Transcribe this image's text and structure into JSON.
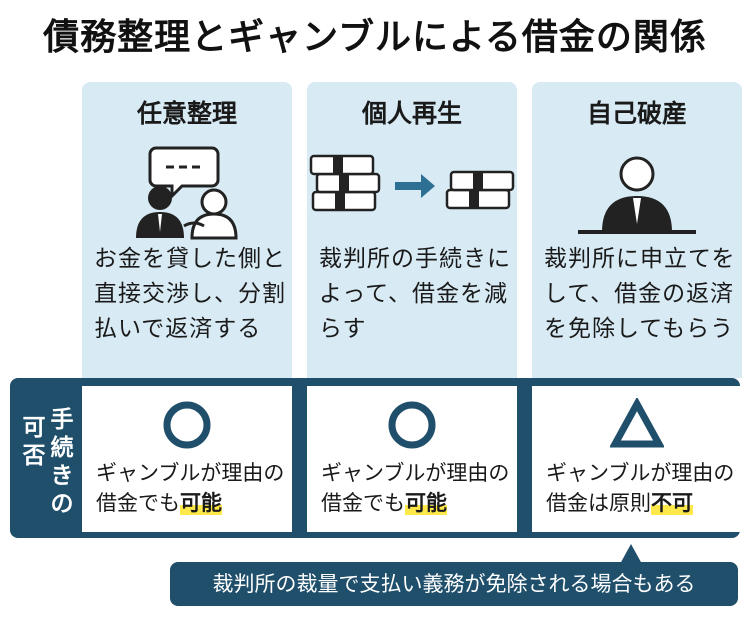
{
  "title": "債務整理とギャンブルによる借金の関係",
  "columns": [
    {
      "name": "任意整理",
      "description": "お金を貸した側と直接交渉し、分割払いで返済する",
      "icon": "negotiation-icon"
    },
    {
      "name": "個人再生",
      "description": "裁判所の手続きによって、借金を減らす",
      "icon": "money-reduction-icon"
    },
    {
      "name": "自己破産",
      "description": "裁判所に申立てをして、借金の返済を免除してもらう",
      "icon": "person-behind-desk-icon"
    }
  ],
  "row_label": {
    "line1": "手続きの",
    "line2": "可否"
  },
  "results": [
    {
      "symbol": "○",
      "text": "ギャンブルが理由の借金でも",
      "highlight": "可能"
    },
    {
      "symbol": "○",
      "text": "ギャンブルが理由の借金でも",
      "highlight": "可能"
    },
    {
      "symbol": "△",
      "text": "ギャンブルが理由の借金は原則",
      "highlight": "不可"
    }
  ],
  "note": "裁判所の裁量で支払い義務が免除される場合もある",
  "colors": {
    "panel": "#1f4f6b",
    "column_bg": "#d8eaf4",
    "highlight": "#ffe94a",
    "arrow": "#2e6f94"
  }
}
